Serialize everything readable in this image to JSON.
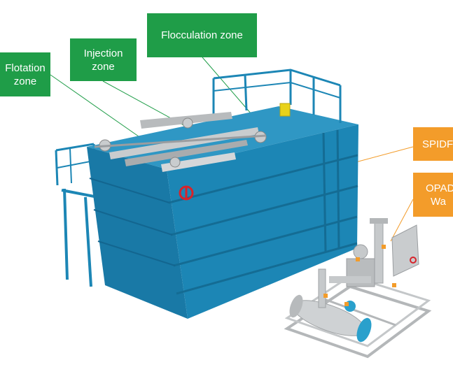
{
  "labels": {
    "flotation": {
      "line1": "Flotation",
      "line2": "zone"
    },
    "injection": {
      "line1": "Injection",
      "line2": "zone"
    },
    "flocculation": {
      "text": "Flocculation zone"
    },
    "spidflow": {
      "text": "SPIDFL"
    },
    "opad": {
      "line1": "OPAD",
      "line2": "Wa"
    }
  },
  "colors": {
    "green_label": "#1f9d48",
    "orange_label": "#f39c2a",
    "tank_blue": "#1c86b5",
    "skid_grey": "#c9ccce"
  }
}
